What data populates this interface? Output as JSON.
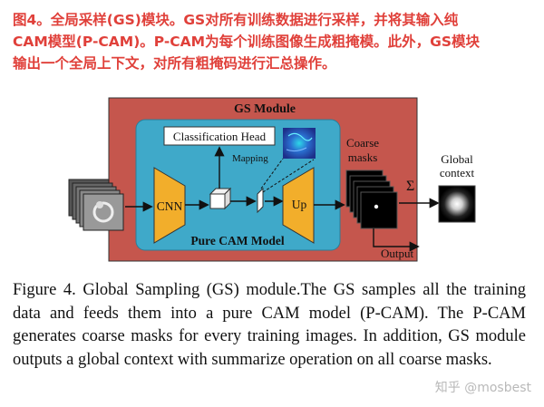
{
  "cn_caption": {
    "line1": "图4。全局采样(GS)模块。GS对所有训练数据进行采样，并将其输入纯",
    "line2": "CAM模型(P-CAM)。P-CAM为每个训练图像生成粗掩模。此外，GS模块",
    "line3": "输出一个全局上下文，对所有粗掩码进行汇总操作。"
  },
  "diagram": {
    "gs_module_title": "GS Module",
    "classification_head": "Classification Head",
    "mapping": "Mapping",
    "cnn": "CNN",
    "up": "Up",
    "pure_cam_model": "Pure CAM Model",
    "coarse_masks_line1": "Coarse",
    "coarse_masks_line2": "masks",
    "global_context_line1": "Global",
    "global_context_line2": "context",
    "sigma": "Σ",
    "output": "Output",
    "colors": {
      "gs_module_bg": "#c5564d",
      "pure_cam_bg": "#3fa9c9",
      "cnn_fill": "#f2ae2b",
      "up_fill": "#f2ae2b"
    }
  },
  "en_caption": "Figure 4.  Global Sampling (GS) module.The GS samples all the training data and feeds them into a pure CAM model (P-CAM). The P-CAM generates coarse masks for every training images. In addition, GS module outputs a global context with summarize operation on all coarse masks.",
  "watermark": "知乎 @mosbest"
}
